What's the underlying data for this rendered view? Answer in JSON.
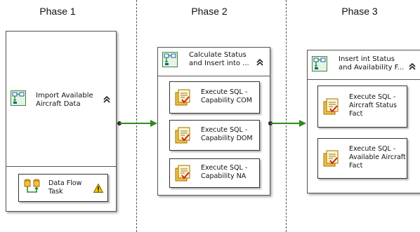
{
  "phases": [
    {
      "label": "Phase 1"
    },
    {
      "label": "Phase 2"
    },
    {
      "label": "Phase 3"
    }
  ],
  "containers": {
    "c1": {
      "title": "Import Available\nAircraft Data",
      "collapse_glyph": "⌃"
    },
    "c2": {
      "title": "Calculate Status\nand Insert into ...",
      "collapse_glyph": "⌃"
    },
    "c3": {
      "title": "Insert int Status\nand Availability F...",
      "collapse_glyph": "⌃"
    }
  },
  "tasks": {
    "dft": {
      "label": "Data Flow\nTask",
      "icon": "data-flow-icon",
      "status_icon": "warning-icon"
    },
    "sql_com": {
      "label": "Execute SQL -\nCapability COM",
      "icon": "execute-sql-icon"
    },
    "sql_dom": {
      "label": "Execute SQL -\nCapability DOM",
      "icon": "execute-sql-icon"
    },
    "sql_na": {
      "label": "Execute SQL -\nCapability NA",
      "icon": "execute-sql-icon"
    },
    "sql_status": {
      "label": "Execute SQL -\nAircraft Status\nFact",
      "icon": "execute-sql-icon"
    },
    "sql_avail": {
      "label": "Execute SQL -\nAvailable Aircraft\nFact",
      "icon": "execute-sql-icon"
    }
  },
  "colors": {
    "connector": "#2e8b1e",
    "border": "#555555",
    "warning": "#f2c200"
  }
}
